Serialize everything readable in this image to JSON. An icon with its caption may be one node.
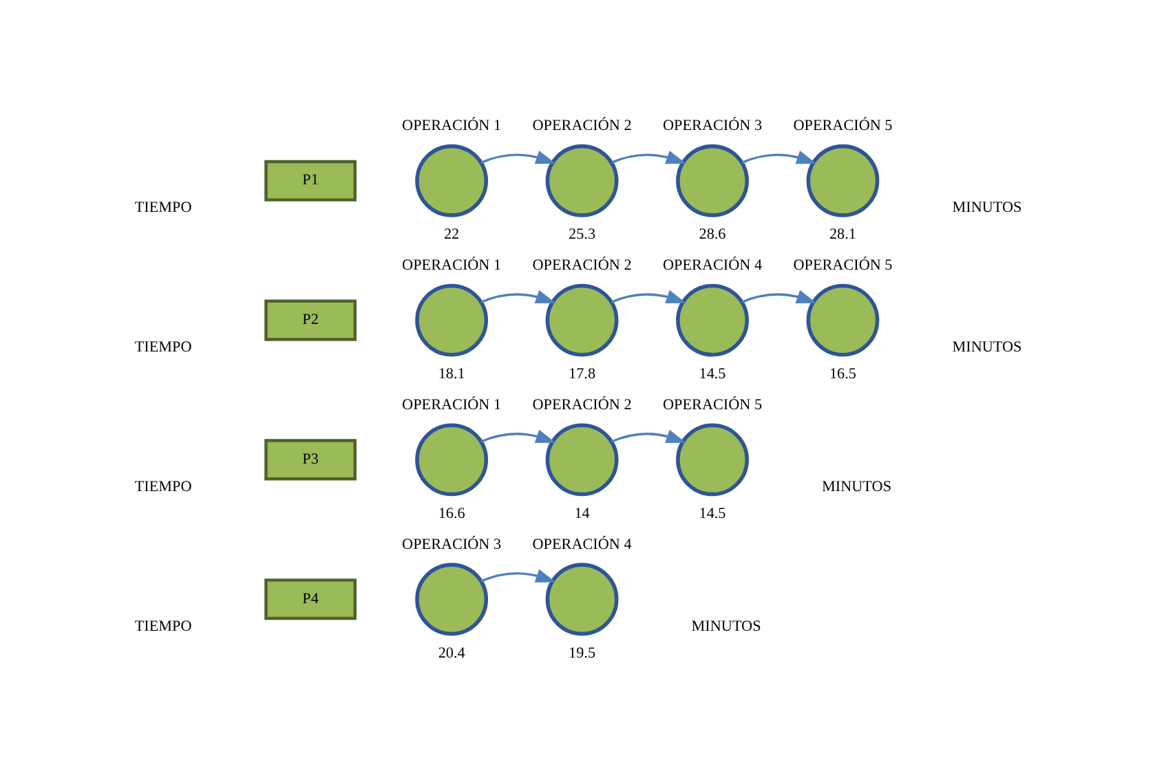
{
  "diagram": {
    "nodes": [
      {
        "text": [
          "P1"
        ]
      },
      {
        "text": [
          "OPERACIÓN 1"
        ],
        "beside": [
          "22"
        ]
      },
      {
        "text": [
          "OPERACIÓN 2"
        ],
        "beside": [
          "25.3"
        ]
      },
      {
        "text": [
          "OPERACIÓN 3"
        ],
        "beside": [
          "28.6"
        ]
      },
      {
        "text": [
          "OPERACIÓN 5"
        ],
        "beside": [
          "28.1"
        ]
      },
      {
        "text": [
          "P2"
        ]
      },
      {
        "text": [
          "OPERACIÓN 1"
        ],
        "beside": [
          "18.1"
        ]
      },
      {
        "text": [
          "OPERACIÓN 2"
        ],
        "beside": [
          "17.8"
        ]
      },
      {
        "text": [
          "OPERACIÓN 4"
        ],
        "beside": [
          "14.5"
        ]
      },
      {
        "text": [
          "OPERACIÓN 5"
        ],
        "beside": [
          "16.5"
        ]
      },
      {
        "text": [
          "P3"
        ]
      },
      {
        "text": [
          "OPERACIÓN 1"
        ],
        "beside": [
          "16.6"
        ]
      },
      {
        "text": [
          "OPERACIÓN 2"
        ],
        "beside": [
          "14"
        ]
      },
      {
        "text": [
          "OPERACIÓN 5"
        ],
        "beside": [
          "14.5"
        ]
      },
      {
        "text": [
          "P4"
        ]
      },
      {
        "text": [
          "OPERACIÓN 3"
        ],
        "beside": [
          "20.4"
        ]
      },
      {
        "text": [
          "OPERACIÓN 4"
        ],
        "beside": [
          "19.5"
        ]
      }
    ],
    "edges": [
      {
        "from": 1,
        "to": 2,
        "arrow": "to"
      },
      {
        "from": 2,
        "to": 3,
        "arrow": "to"
      },
      {
        "from": 3,
        "to": 4,
        "arrow": "to"
      },
      {
        "from": 6,
        "to": 7,
        "arrow": "to"
      },
      {
        "from": 7,
        "to": 8,
        "arrow": "to"
      },
      {
        "from": 8,
        "to": 9,
        "arrow": "to"
      },
      {
        "from": 11,
        "to": 12,
        "arrow": "to"
      },
      {
        "from": 12,
        "to": 13,
        "arrow": "to"
      },
      {
        "from": 15,
        "to": 16,
        "arrow": "to"
      }
    ],
    "labels": [
      "TIEMPO",
      "MINUTOS",
      "TIEMPO",
      "MINUTOS",
      "TIEMPO",
      "MINUTOS",
      "TIEMPO",
      "MINUTOS"
    ]
  }
}
